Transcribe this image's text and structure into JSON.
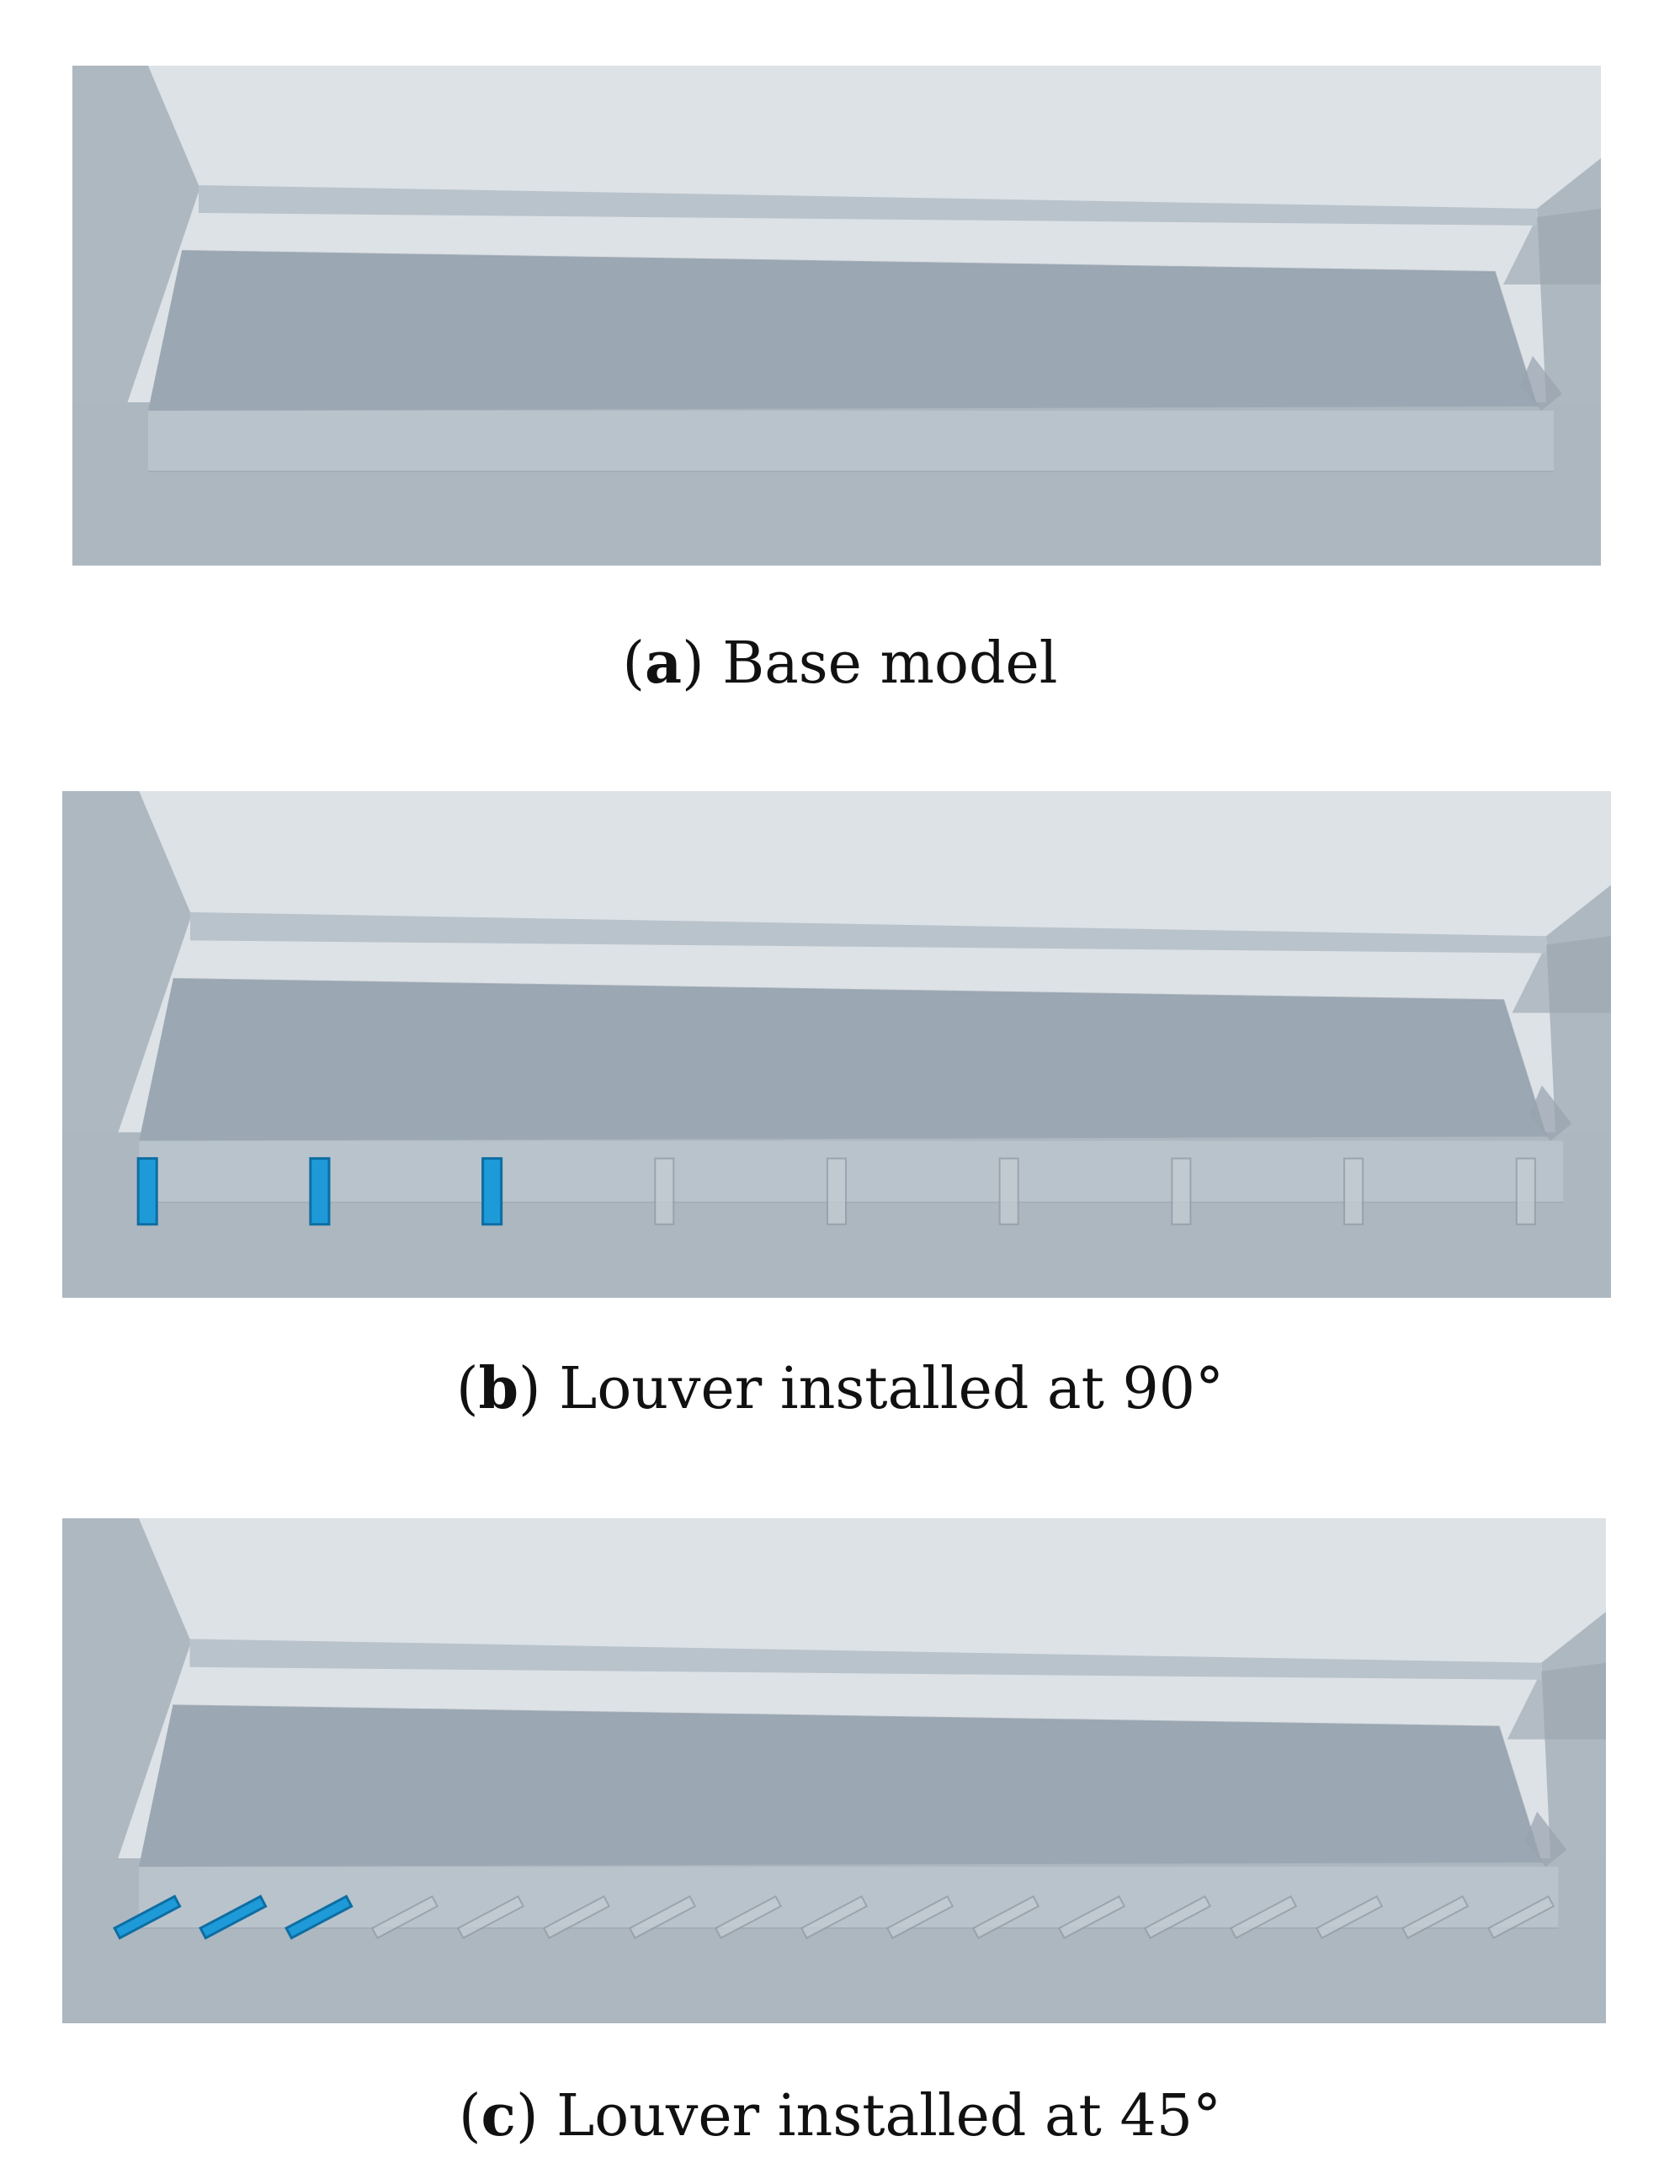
{
  "colors": {
    "background_top": "#dde2e6",
    "wall": "#aeb8c1",
    "wall_dark": "#97a3ae",
    "floor": "#9ba8b3",
    "channel": "#b9c3cb",
    "ground": "#adb7c0",
    "louver_active": "#1e9ad8",
    "louver_edge": "#0d6ea3",
    "louver_ghost": "#c4ccd3",
    "louver_ghost_edge": "#8f9ba6"
  },
  "panels": [
    {
      "id": "a",
      "letter": "a",
      "caption_text": " Base model",
      "louver_angle_deg": null,
      "active_louvers": 0,
      "total_louvers": 0
    },
    {
      "id": "b",
      "letter": "b",
      "caption_text": " Louver installed at 90°",
      "louver_angle_deg": 90,
      "active_louvers": 3,
      "total_louvers": 9
    },
    {
      "id": "c",
      "letter": "c",
      "caption_text": " Louver installed at 45°",
      "louver_angle_deg": 45,
      "active_louvers": 3,
      "total_louvers": 17
    }
  ]
}
